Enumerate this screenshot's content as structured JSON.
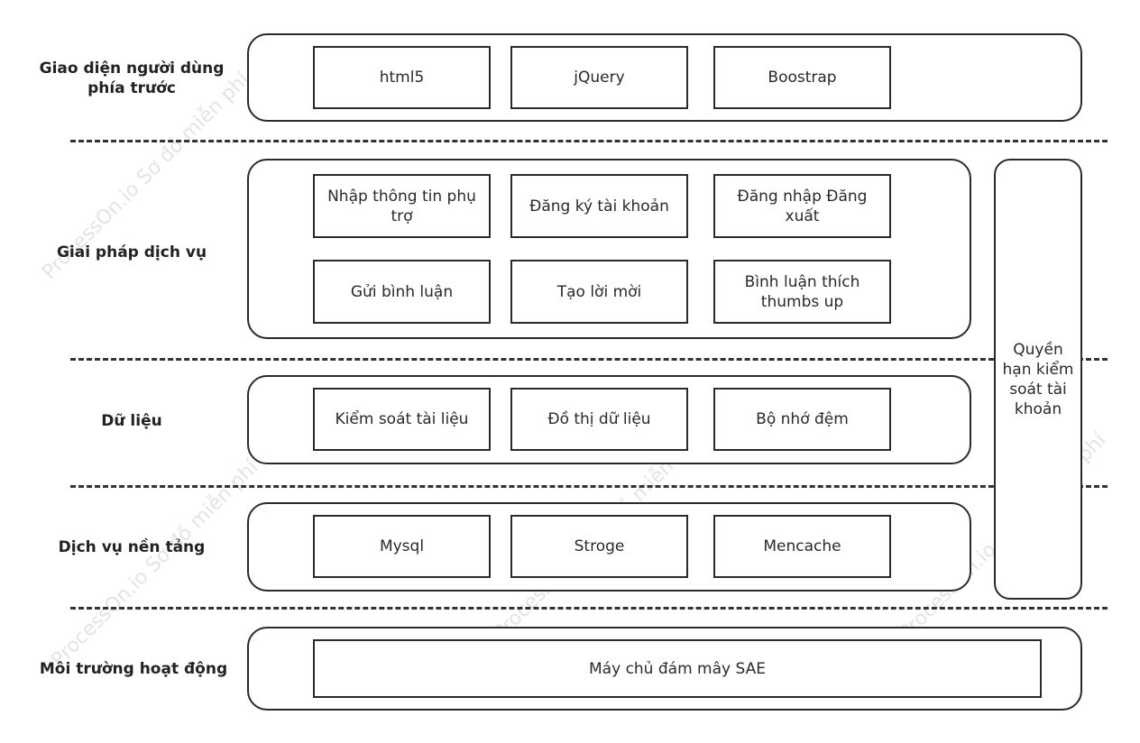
{
  "watermark": "ProcessOn.io Sơ đồ miễn phí",
  "layers": [
    {
      "label": "Giao diện người dùng phía trước",
      "items": [
        "html5",
        "jQuery",
        "Boostrap"
      ]
    },
    {
      "label": "Giai pháp dịch vụ",
      "items": [
        "Nhập thông tin phụ trợ",
        "Đăng ký tài khoản",
        "Đăng nhập Đăng xuất",
        "Gửi bình luận",
        "Tạo lời mời",
        "Bình luận thích thumbs up"
      ]
    },
    {
      "label": "Dữ liệu",
      "items": [
        "Kiểm soát tài liệu",
        "Đồ thị dữ liệu",
        "Bộ nhớ đệm"
      ]
    },
    {
      "label": "Dịch vụ nền tảng",
      "items": [
        "Mysql",
        "Stroge",
        "Mencache"
      ]
    },
    {
      "label": "Môi trường hoạt động",
      "items": [
        "Máy chủ đám mây SAE"
      ]
    }
  ],
  "side_panel": "Quyền hạn kiểm soát tài khoản"
}
